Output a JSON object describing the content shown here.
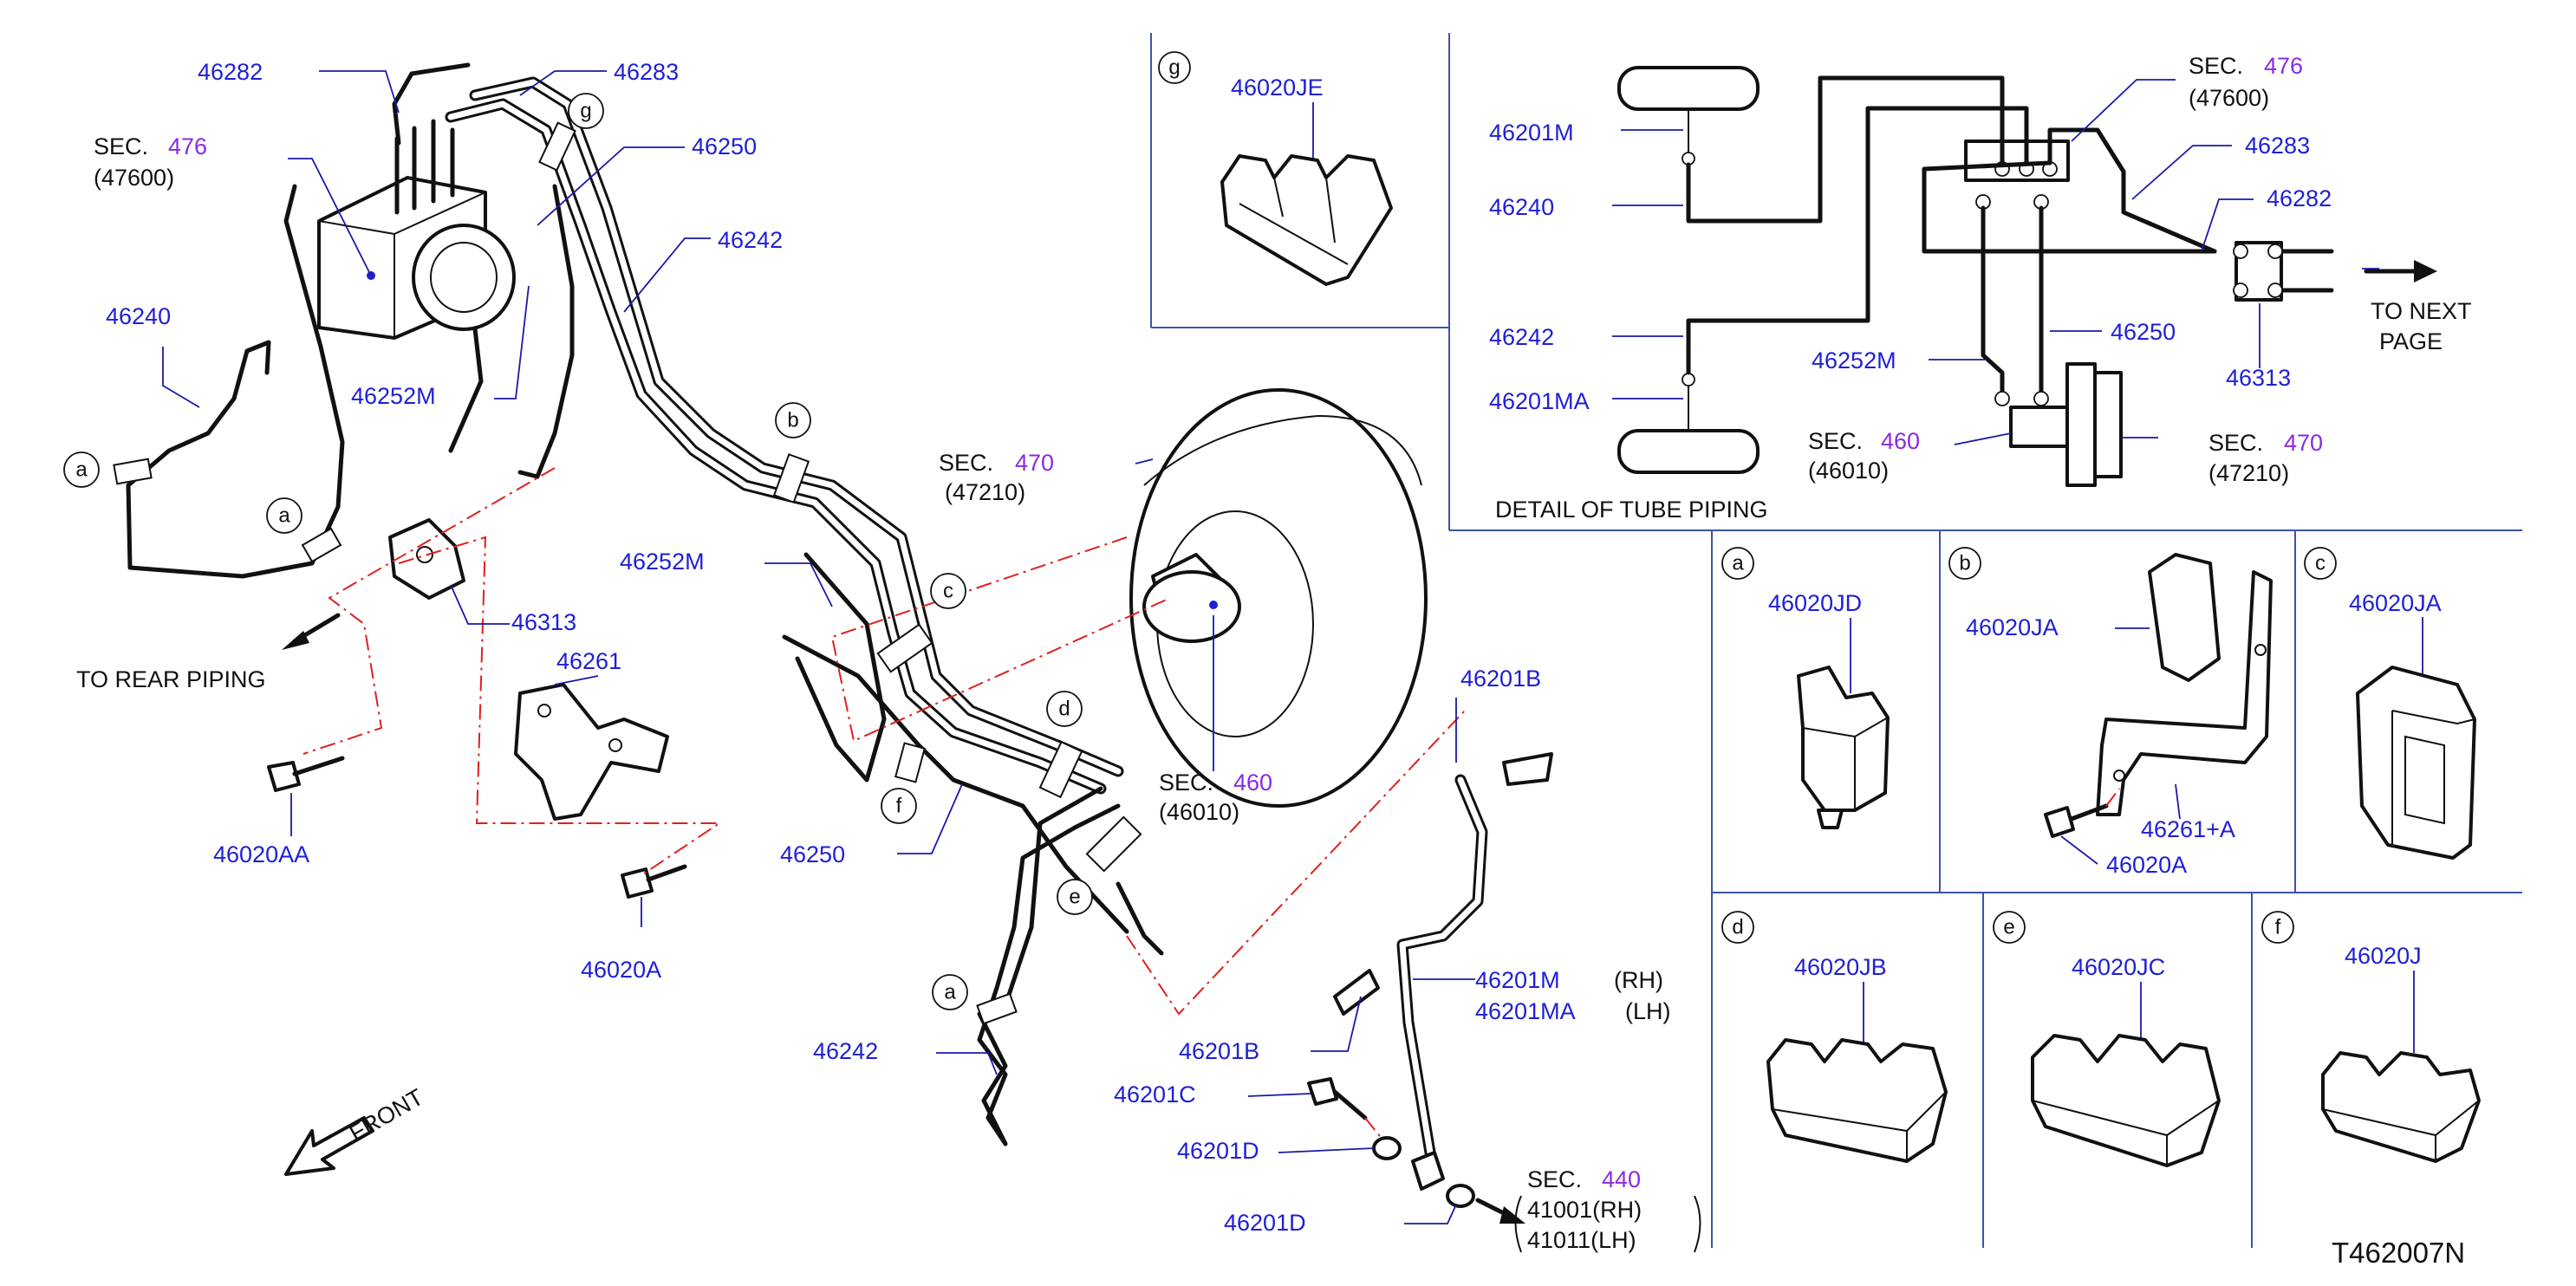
{
  "diagram_code": "T462007N",
  "sec_label": "SEC.",
  "sections": {
    "s476_main": {
      "num": "476",
      "sub": "(47600)"
    },
    "s470_main": {
      "num": "470",
      "sub": "(47210)"
    },
    "s460_main": {
      "num": "460",
      "sub": "(46010)"
    },
    "s440": {
      "num": "440",
      "sub_rh": "41001(RH)",
      "sub_lh": "41011(LH)"
    },
    "s476_detail": {
      "num": "476",
      "sub": "(47600)"
    },
    "s460_detail": {
      "num": "460",
      "sub": "(46010)"
    },
    "s470_detail": {
      "num": "470",
      "sub": "(47210)"
    }
  },
  "main_labels": {
    "p46282": "46282",
    "p46283": "46283",
    "p46250_top": "46250",
    "p46242_top": "46242",
    "p46240": "46240",
    "p46252M_top": "46252M",
    "p46313": "46313",
    "p46261": "46261",
    "p46020AA": "46020AA",
    "p46020A": "46020A",
    "p46252M_mid": "46252M",
    "p46250_mid": "46250",
    "p46242_bottom": "46242",
    "p46201B_top": "46201B",
    "p46201M": "46201M",
    "p46201MA": "46201MA",
    "rh": "(RH)",
    "lh": "(LH)",
    "p46201B_bottom": "46201B",
    "p46201C": "46201C",
    "p46201D_1": "46201D",
    "p46201D_2": "46201D"
  },
  "notes": {
    "to_rear_piping": "TO  REAR  PIPING",
    "front": "FRONT",
    "to_next": "TO  NEXT",
    "page": "PAGE",
    "detail_caption": "DETAIL  OF  TUBE  PIPING"
  },
  "callouts": [
    "a",
    "a",
    "b",
    "c",
    "d",
    "e",
    "f",
    "a",
    "g"
  ],
  "detail": {
    "p46201M": "46201M",
    "p46240": "46240",
    "p46242": "46242",
    "p46201MA": "46201MA",
    "p46283": "46283",
    "p46282": "46282",
    "p46252M": "46252M",
    "p46250": "46250",
    "p46313": "46313"
  },
  "insets": {
    "g": {
      "letter": "g",
      "part": "46020JE"
    },
    "a": {
      "letter": "a",
      "part": "46020JD"
    },
    "b": {
      "letter": "b",
      "part": "46020JA",
      "part2": "46261+A",
      "part3": "46020A"
    },
    "c": {
      "letter": "c",
      "part": "46020JA"
    },
    "d": {
      "letter": "d",
      "part": "46020JB"
    },
    "e": {
      "letter": "e",
      "part": "46020JC"
    },
    "f": {
      "letter": "f",
      "part": "46020J"
    }
  },
  "colors": {
    "part_number": "#1f1fd6",
    "section_number": "#8a2be2",
    "phantom_line": "#e02020",
    "frame": "#3a55a8"
  }
}
